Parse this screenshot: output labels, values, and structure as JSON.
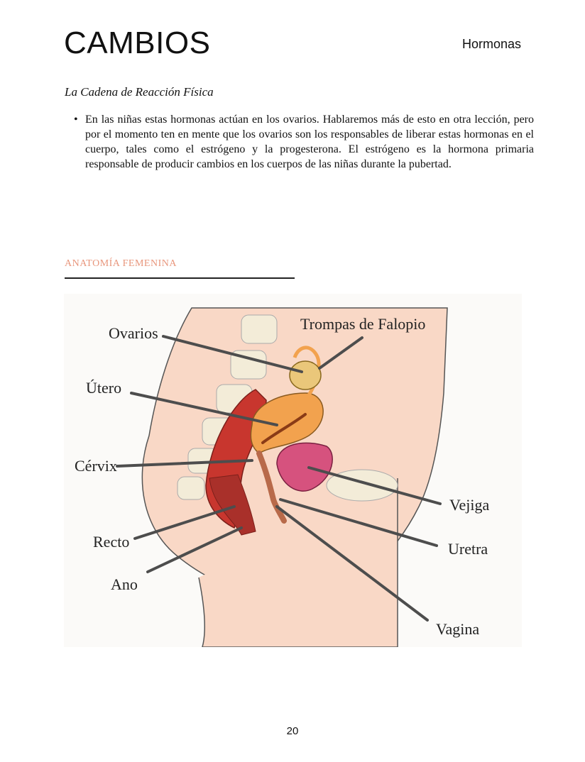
{
  "header": {
    "title": "CAMBIOS",
    "section": "Hormonas"
  },
  "content": {
    "subtitle": "La Cadena de Reacción Física",
    "bullet": "•",
    "paragraph": "En las niñas estas hormonas actúan en los ovarios. Hablaremos más de esto en otra lección, pero por el momento ten en mente que los ovarios son los responsables de liberar estas hormonas en el cuerpo, tales como el estrógeno y la progesterona. El estrógeno es la hormona primaria responsable de producir cambios en los cuerpos de las niñas durante la pubertad."
  },
  "figure": {
    "section_label": "ANATOMÍA FEMENINA",
    "labels": {
      "ovarios": "Ovarios",
      "trompas": "Trompas de Falopio",
      "utero": "Útero",
      "cervix": "Cérvix",
      "vejiga": "Vejiga",
      "recto": "Recto",
      "uretra": "Uretra",
      "ano": "Ano",
      "vagina": "Vagina"
    },
    "colors": {
      "skin": "#f9d8c6",
      "muscle": "#c8362e",
      "uterus": "#f2a24e",
      "ovary": "#eac77a",
      "bladder": "#d6527e",
      "bone": "#f3ecd8",
      "leader": "#4d4d4d"
    }
  },
  "footer": {
    "page_number": "20"
  }
}
